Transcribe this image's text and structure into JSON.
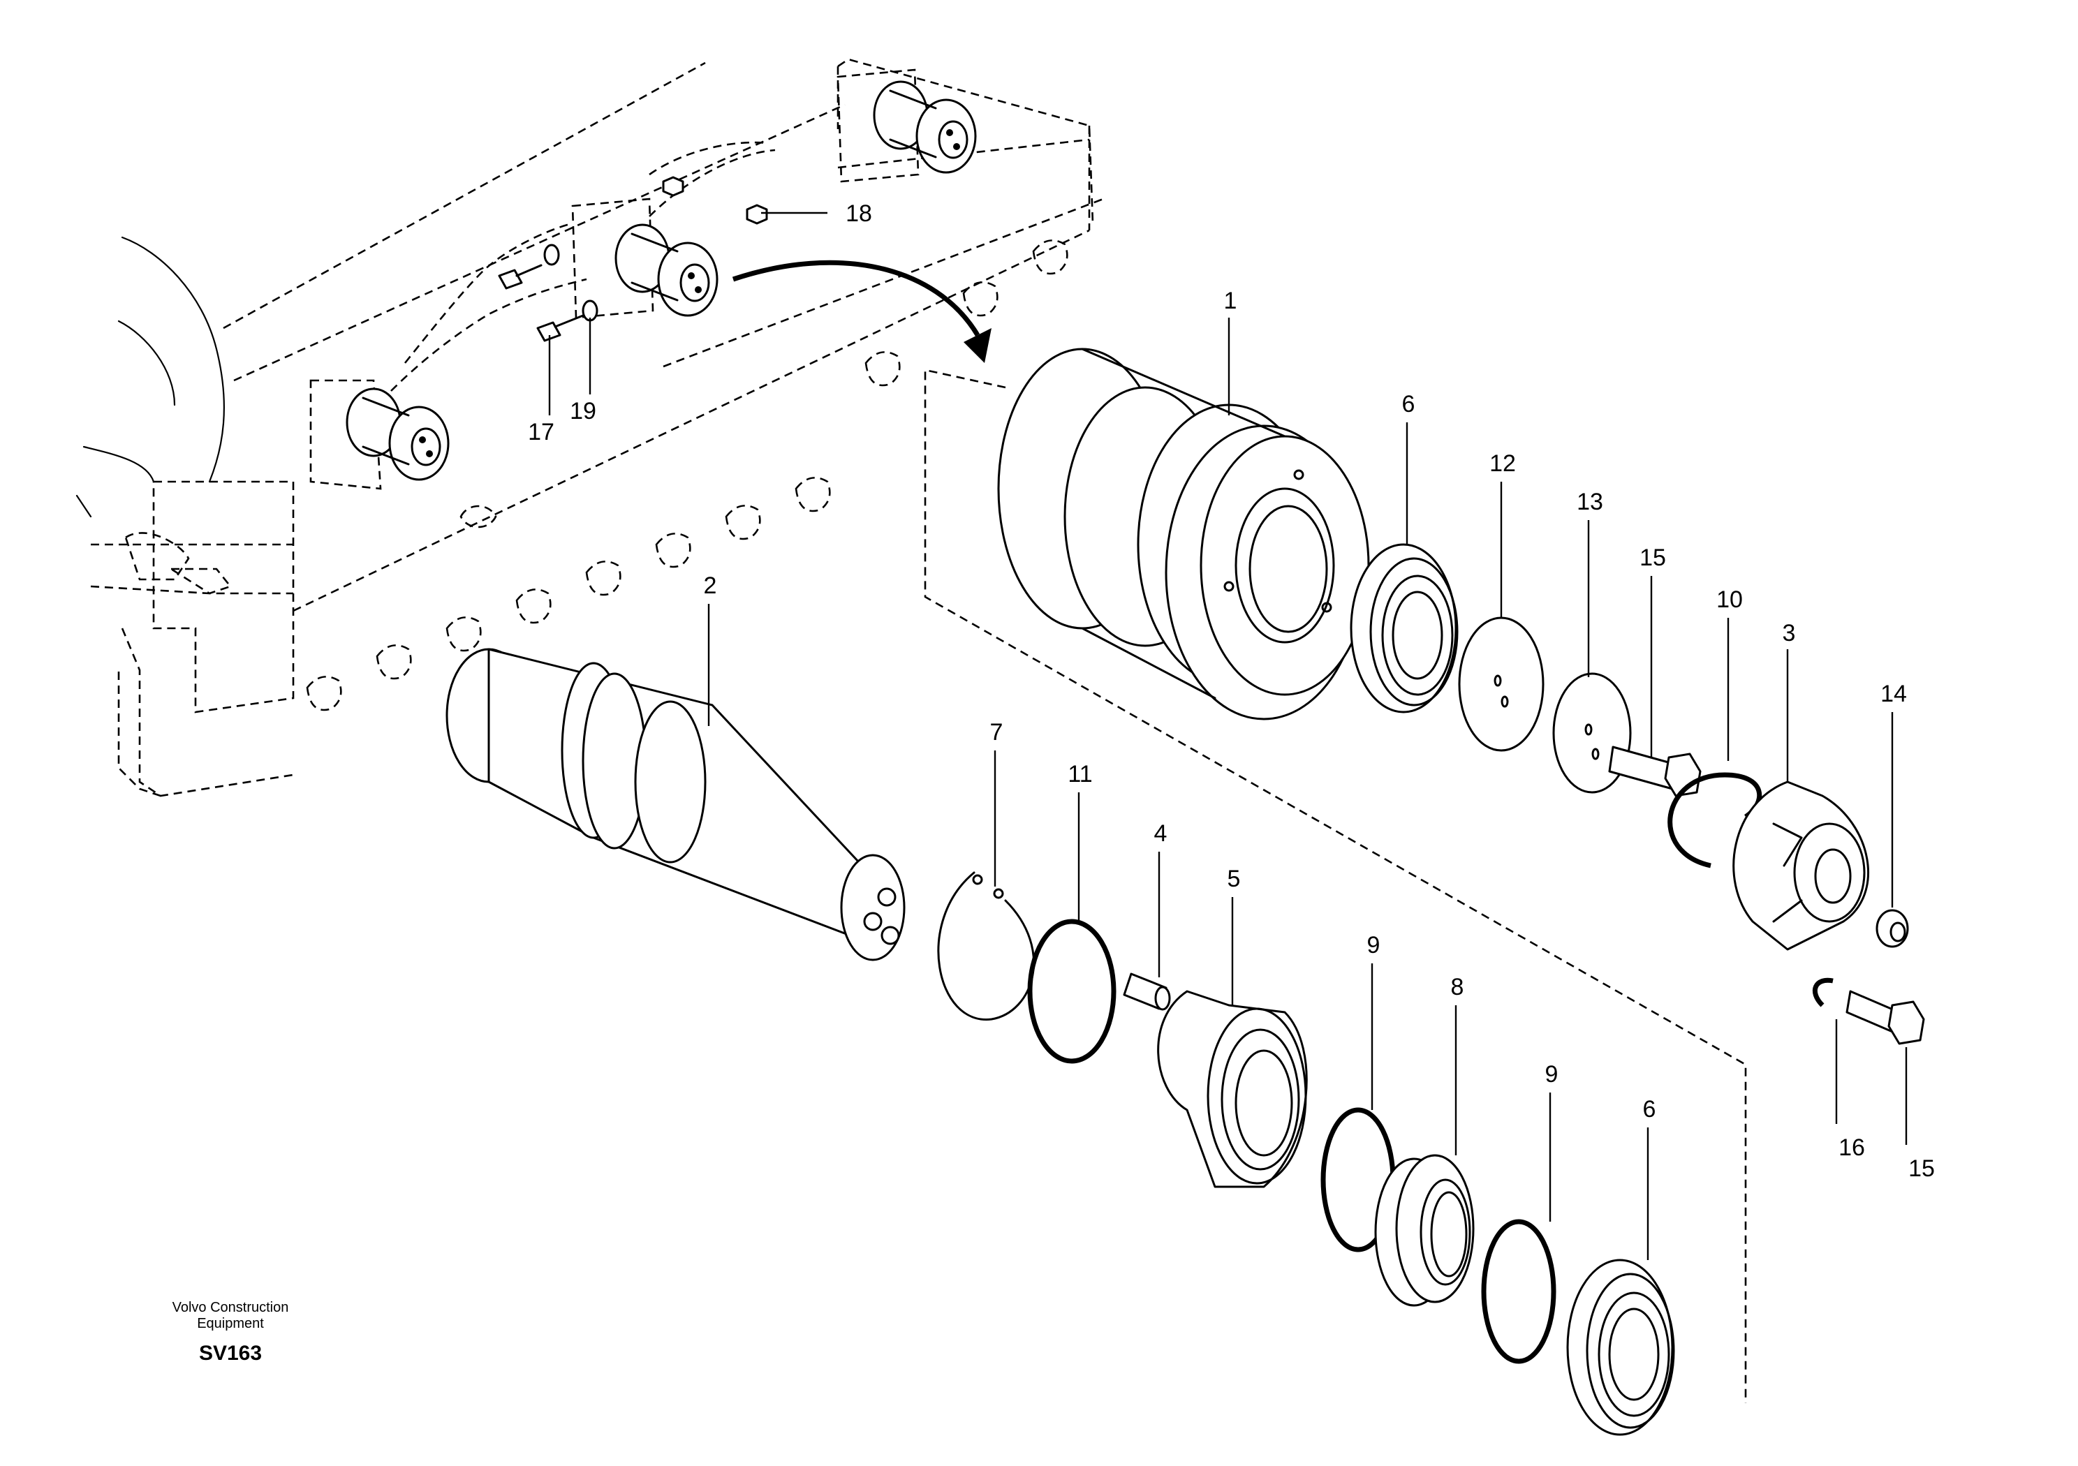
{
  "diagram": {
    "callouts": [
      "1",
      "2",
      "3",
      "4",
      "5",
      "6",
      "7",
      "8",
      "9",
      "10",
      "11",
      "12",
      "13",
      "14",
      "15",
      "16",
      "17",
      "18",
      "19"
    ],
    "caption": {
      "company_line1": "Volvo Construction",
      "company_line2": "Equipment",
      "code": "SV163"
    }
  }
}
